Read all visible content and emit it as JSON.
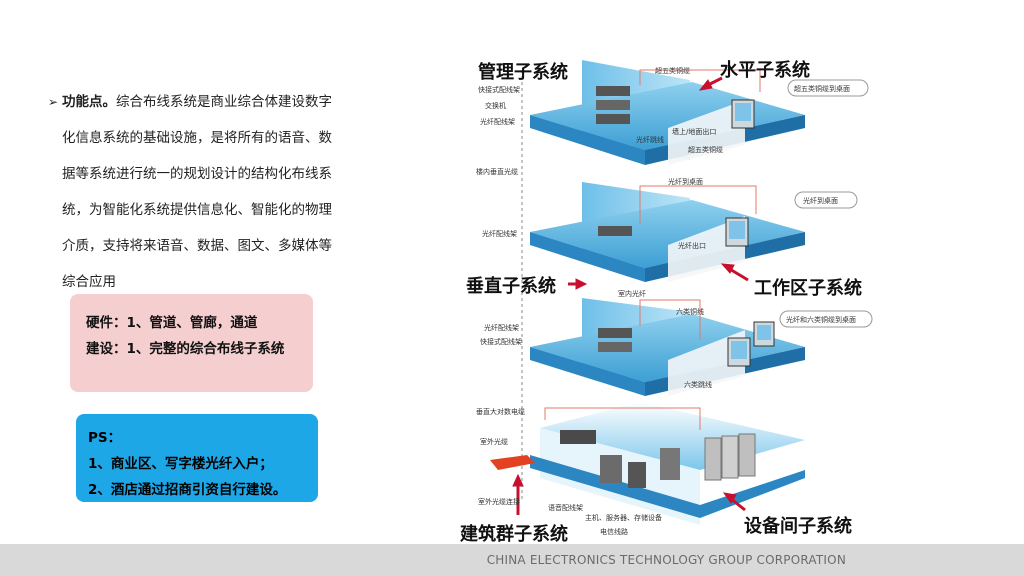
{
  "paragraph": {
    "bullet": "➢",
    "title": "功能点。",
    "lines": [
      "综合布线系统是商业综合体建设数字",
      "化信息系统的基础设施，是将所有的语音、数",
      "据等系统进行统一的规划设计的结构化布线系",
      "统，为智能化系统提供信息化、智能化的物理",
      "介质，支持将来语音、数据、图文、多媒体等",
      "综合应用"
    ]
  },
  "pink_box": {
    "line1": "硬件：1、管道、管廊，通道",
    "line2": "建设：1、完整的综合布线子系统"
  },
  "blue_box": {
    "line1": "PS：",
    "line2": "1、商业区、写字楼光纤入户；",
    "line3": "2、酒店通过招商引资自行建设。"
  },
  "diagram": {
    "labels": {
      "management": "管理子系统",
      "horizontal": "水平子系统",
      "vertical": "垂直子系统",
      "work_area": "工作区子系统",
      "equipment": "设备间子系统",
      "campus": "建筑群子系统"
    },
    "small": {
      "f1_a": "快接式配线架",
      "f1_b": "交换机",
      "f1_c": "光纤配线架",
      "f1_d": "超五类铜缆",
      "f1_e": "墙上/地面出口",
      "f1_f": "光纤跳线",
      "f1_g": "超五类铜缆",
      "f1_callout": "超五类铜缆到桌面",
      "riser": "楼内垂直光缆",
      "f2_a": "光纤配线架",
      "f2_b": "光纤到桌面",
      "f2_c": "光纤出口",
      "f2_callout": "光纤到桌面",
      "f3_a": "室内光纤",
      "f3_b": "光纤配线架",
      "f3_c": "快接式配线架",
      "f3_d": "六类铜线",
      "f3_e": "六类跳线",
      "f3_callout": "光纤和六类铜缆到桌面",
      "eq_a": "垂直大对数电缆",
      "eq_b": "室外光缆",
      "eq_c": "室外光缆连接",
      "eq_d": "语音配线架",
      "eq_e": "主机、服务器、存储设备",
      "eq_f": "电信线路"
    }
  },
  "footer": {
    "text": "CHINA ELECTRONICS TECHNOLOGY GROUP CORPORATION"
  }
}
